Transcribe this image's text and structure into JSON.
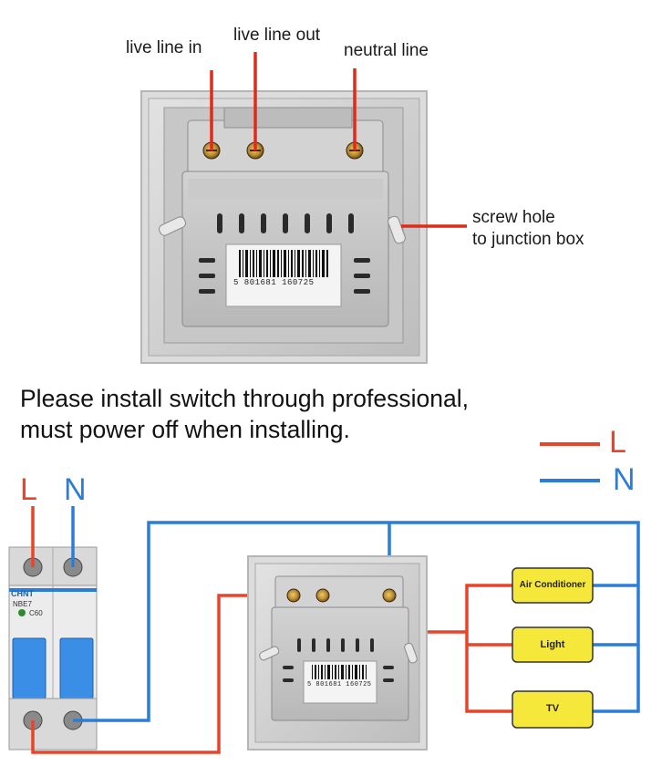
{
  "top_labels": {
    "live_in": "live line in",
    "live_out": "live line out",
    "neutral": "neutral line",
    "screw_hole": [
      "screw hole",
      "to junction box"
    ]
  },
  "barcode_top": "5 801681 160725",
  "barcode_bottom": "5 801681 160725",
  "warning": [
    "Please install switch through professional,",
    "must power off when installing."
  ],
  "legend": {
    "live": "L",
    "neutral": "N"
  },
  "breaker": {
    "top_left": "L",
    "top_right": "N",
    "brand": "CHNT",
    "model": "NBE7",
    "rating": "C60"
  },
  "loads": [
    "Air Conditioner",
    "Light",
    "TV"
  ],
  "colors": {
    "live": "#e8442a",
    "neutral": "#2a7ed8",
    "load_fill": "#f5e83a",
    "panel": "#cfcfcf"
  }
}
